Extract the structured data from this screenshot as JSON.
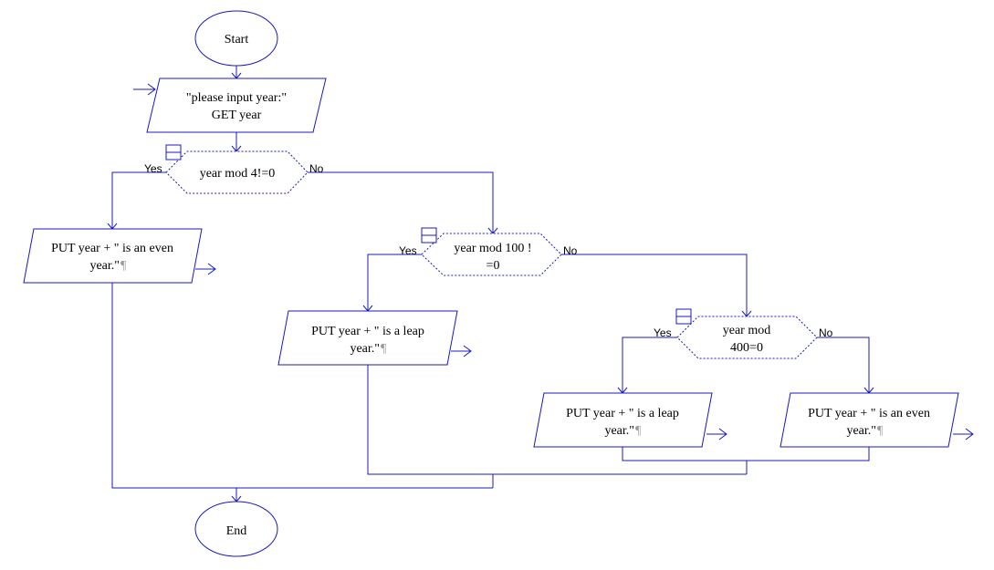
{
  "colors": {
    "stroke": "#1818c0",
    "text": "#000000",
    "pilcrow": "#9a9a9a",
    "background": "#ffffff"
  },
  "icons": {
    "collapse": "collapse-toggle-icon",
    "flow_arrow": "arrow-right-icon",
    "pilcrow": "pilcrow-icon"
  },
  "nodes": {
    "start": {
      "label": "Start"
    },
    "input": {
      "line1": "\"please input year:\"",
      "line2": "GET year"
    },
    "decision1": {
      "label": "year mod 4!=0"
    },
    "decision2": {
      "line1": "year mod 100 !",
      "line2": "=0"
    },
    "decision3": {
      "line1": "year mod",
      "line2": "400=0"
    },
    "output_even_left": {
      "line1": "PUT year  +  \" is an even",
      "line2": "year.\"",
      "mark": "¶"
    },
    "output_leap_mid": {
      "line1": "PUT year  +  \" is a leap",
      "line2": "year.\"",
      "mark": "¶"
    },
    "output_leap_inner": {
      "line1": "PUT year  +  \" is a leap",
      "line2": "year.\"",
      "mark": "¶"
    },
    "output_even_right": {
      "line1": "PUT year  +  \" is an even",
      "line2": "year.\"",
      "mark": "¶"
    },
    "end": {
      "label": "End"
    }
  },
  "branches": {
    "yes": "Yes",
    "no": "No"
  }
}
